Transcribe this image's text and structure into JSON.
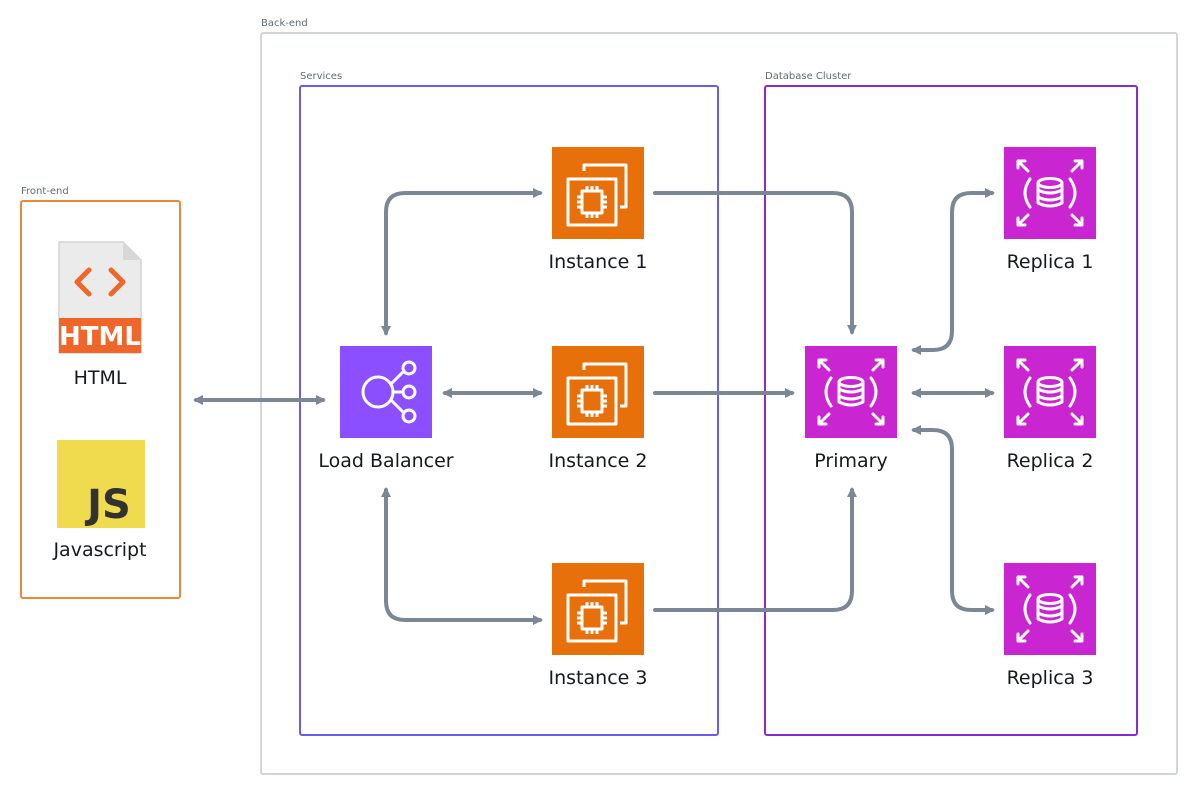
{
  "groups": {
    "frontend": "Front-end",
    "backend": "Back-end",
    "services": "Services",
    "database_cluster": "Database Cluster"
  },
  "nodes": {
    "html": {
      "label": "HTML",
      "icon": "html-file-icon",
      "icon_text": "HTML"
    },
    "javascript": {
      "label": "Javascript",
      "icon": "javascript-logo-icon",
      "icon_text": "JS"
    },
    "load_balancer": {
      "label": "Load Balancer",
      "icon": "load-balancer-icon"
    },
    "instance1": {
      "label": "Instance 1",
      "icon": "ec2-instance-icon"
    },
    "instance2": {
      "label": "Instance 2",
      "icon": "ec2-instance-icon"
    },
    "instance3": {
      "label": "Instance 3",
      "icon": "ec2-instance-icon"
    },
    "primary": {
      "label": "Primary",
      "icon": "rds-database-icon"
    },
    "replica1": {
      "label": "Replica 1",
      "icon": "rds-database-icon"
    },
    "replica2": {
      "label": "Replica 2",
      "icon": "rds-database-icon"
    },
    "replica3": {
      "label": "Replica 3",
      "icon": "rds-database-icon"
    }
  },
  "colors": {
    "frontend_border": "#e8893a",
    "backend_border": "#d2d6dc",
    "services_border": "#6a5ee8",
    "database_border": "#8a2bd1",
    "compute": "#e8700a",
    "load_balancer": "#8c4fff",
    "database": "#c925d1",
    "html_orange": "#f06529",
    "js_yellow": "#f0db4f",
    "edge": "#7b8794"
  }
}
